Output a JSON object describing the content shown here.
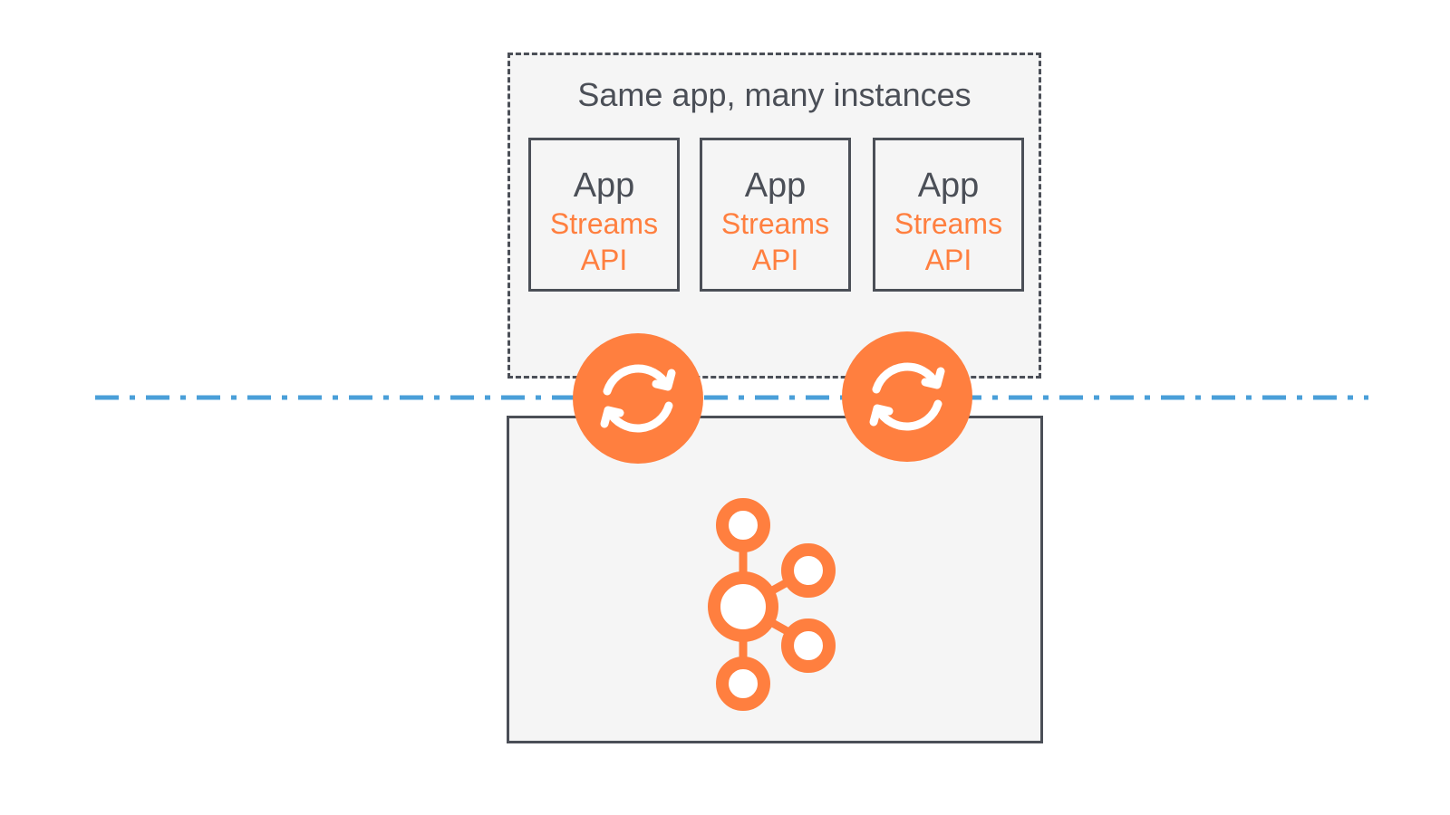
{
  "app_group": {
    "title": "Same app, many instances",
    "instances": [
      {
        "app": "App",
        "api": "Streams API"
      },
      {
        "app": "App",
        "api": "Streams API"
      },
      {
        "app": "App",
        "api": "Streams API"
      }
    ]
  },
  "icons": {
    "sync": "sync-arrows-icon",
    "cluster": "kafka-logo-icon"
  },
  "colors": {
    "accent": "#ff7f3f",
    "divider": "#4a9fd8",
    "border": "#4b4f57",
    "panel": "#f5f5f5"
  }
}
